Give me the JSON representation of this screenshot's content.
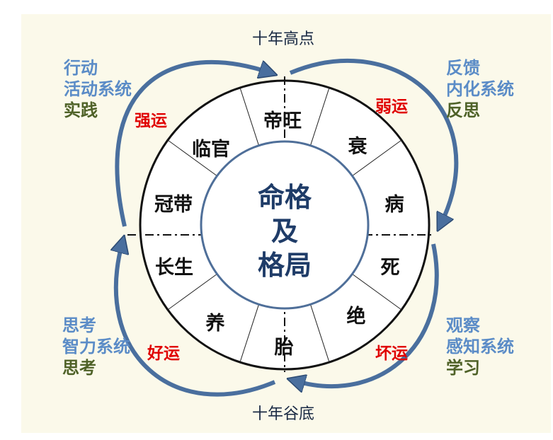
{
  "colors": {
    "background": "#fbf9ea",
    "arrow": "#4a6f9e",
    "center_text": "#1f3c68",
    "system_text": "#5b8cc7",
    "practice_text": "#4f6228",
    "luck_text": "#e00000"
  },
  "top_label": "十年高点",
  "bottom_label": "十年谷底",
  "center": {
    "line1": "命格",
    "line2": "及",
    "line3": "格局"
  },
  "segments": [
    "帝旺",
    "衰",
    "病",
    "死",
    "绝",
    "胎",
    "养",
    "长生",
    "冠带",
    "临官"
  ],
  "luck": {
    "top_left": "强运",
    "top_right": "弱运",
    "bottom_left": "好运",
    "bottom_right": "坏运"
  },
  "corners": {
    "top_left": {
      "line1": "行动",
      "line2": "活动系统",
      "line3": "实践"
    },
    "top_right": {
      "line1": "反馈",
      "line2": "内化系统",
      "line3": "反思"
    },
    "bottom_left": {
      "line1": "思考",
      "line2": "智力系统",
      "line3": "思考"
    },
    "bottom_right": {
      "line1": "观察",
      "line2": "感知系统",
      "line3": "学习"
    }
  }
}
